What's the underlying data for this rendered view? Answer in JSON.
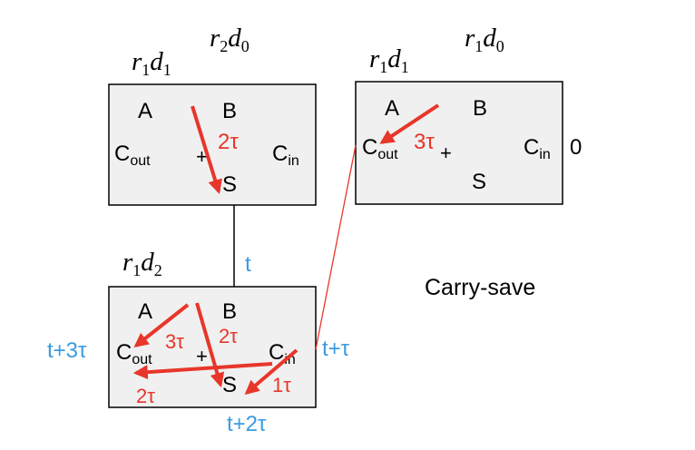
{
  "colors": {
    "box_fill": "#f0f0f0",
    "box_stroke": "#000000",
    "arrow": "#e8362a",
    "time_label": "#3a9be0",
    "text": "#000000"
  },
  "adders": {
    "top_left": {
      "reg_a": {
        "base": "r",
        "sub1": "1",
        "d": "d",
        "sub2": "1"
      },
      "reg_b": {
        "base": "r",
        "sub1": "2",
        "d": "d",
        "sub2": "0"
      },
      "A": "A",
      "B": "B",
      "Cout_main": "C",
      "Cout_sub": "out",
      "plus": "+",
      "Cin_main": "C",
      "Cin_sub": "in",
      "S": "S",
      "delay": "2τ"
    },
    "top_right": {
      "reg_a": {
        "base": "r",
        "sub1": "1",
        "d": "d",
        "sub2": "1"
      },
      "reg_b": {
        "base": "r",
        "sub1": "1",
        "d": "d",
        "sub2": "0"
      },
      "A": "A",
      "B": "B",
      "Cout_main": "C",
      "Cout_sub": "out",
      "plus": "+",
      "Cin_main": "C",
      "Cin_sub": "in",
      "S": "S",
      "delay": "3τ",
      "cin_value": "0"
    },
    "bottom_left": {
      "reg_a": {
        "base": "r",
        "sub1": "1",
        "d": "d",
        "sub2": "2"
      },
      "A": "A",
      "B": "B",
      "Cout_main": "C",
      "Cout_sub": "out",
      "plus": "+",
      "Cin_main": "C",
      "Cin_sub": "in",
      "S": "S",
      "delay_a_cout": "3τ",
      "delay_a_s": "2τ",
      "delay_cin_cout": "2τ",
      "delay_cin_s": "1τ"
    }
  },
  "time_labels": {
    "t": "t",
    "t_plus_tau": "t+τ",
    "t_plus_3tau": "t+3τ",
    "t_plus_2tau": "t+2τ"
  },
  "caption": "Carry-save"
}
